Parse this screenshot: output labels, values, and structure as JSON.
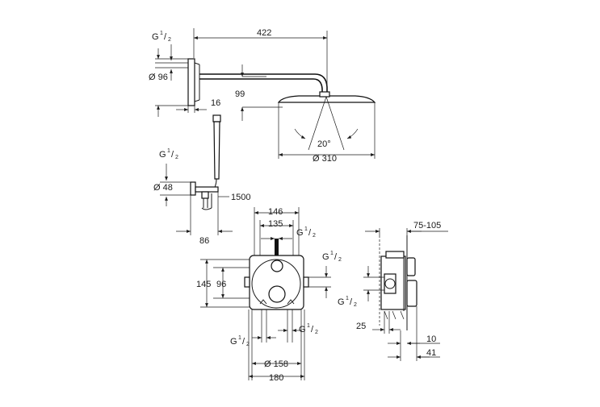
{
  "shower_arm": {
    "arm_length": "422",
    "head_drop": "99",
    "flange_diameter": "Ø 96",
    "flange_depth": "16",
    "thread_G": "G",
    "thread_num": "1",
    "thread_den": "2"
  },
  "shower_head": {
    "diameter": "Ø 310",
    "tilt_angle": "20°"
  },
  "hand_shower": {
    "elbow_diameter": "Ø 48",
    "hose_length": "1500",
    "elbow_depth": "86",
    "thread_G": "G",
    "thread_num": "1",
    "thread_den": "2"
  },
  "thermostat_front": {
    "width_146": "146",
    "width_135": "135",
    "height_145": "145",
    "height_96": "96",
    "diameter": "Ø 158",
    "width_180": "180",
    "thread_G": "G",
    "thread_num": "1",
    "thread_den": "2"
  },
  "thermostat_side": {
    "install_depth": "75-105",
    "dim_25": "25",
    "dim_10": "10",
    "dim_41": "41",
    "thread_G": "G",
    "thread_num": "1",
    "thread_den": "2"
  }
}
